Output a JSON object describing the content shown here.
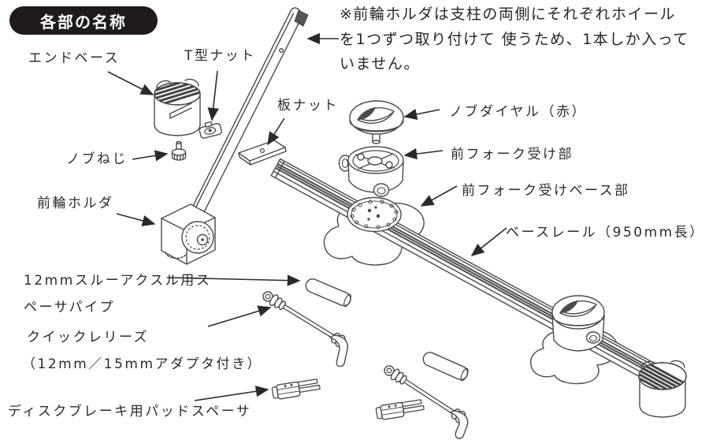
{
  "badge": {
    "label": "各部の名称"
  },
  "note": {
    "lines": [
      "※前輪ホルダは支柱の両側にそれぞれホイール",
      "を1つずつ取り付けて 使うため、1本しか入って",
      "いません。"
    ]
  },
  "labels": {
    "end_base": "エンドベース",
    "t_nut": "T型ナット",
    "plate_nut": "板ナット",
    "knob_dial": "ノブダイヤル（赤）",
    "fork_receiver": "前フォーク受け部",
    "fork_receiver_base": "前フォーク受けベース部",
    "base_rail": "ベースレール（950mm長）",
    "knob_screw": "ノブねじ",
    "front_wheel_holder": "前輪ホルダ",
    "thru_axle_spacer_pipe_line1": "12mmスルーアクスル用ス",
    "thru_axle_spacer_pipe_line2": "ペーサパイプ",
    "quick_release_line1": "クイックレリーズ",
    "quick_release_line2": "（12mm／15mmアダプタ付き）",
    "disc_brake_pad_spacer": "ディスクブレーキ用パッドスペーサ"
  },
  "colors": {
    "background": "#ffffff",
    "badge_bg": "#1f1b1b",
    "badge_text": "#ffffff",
    "line_art": "#4a4a4a",
    "text": "#2b2b2b"
  }
}
